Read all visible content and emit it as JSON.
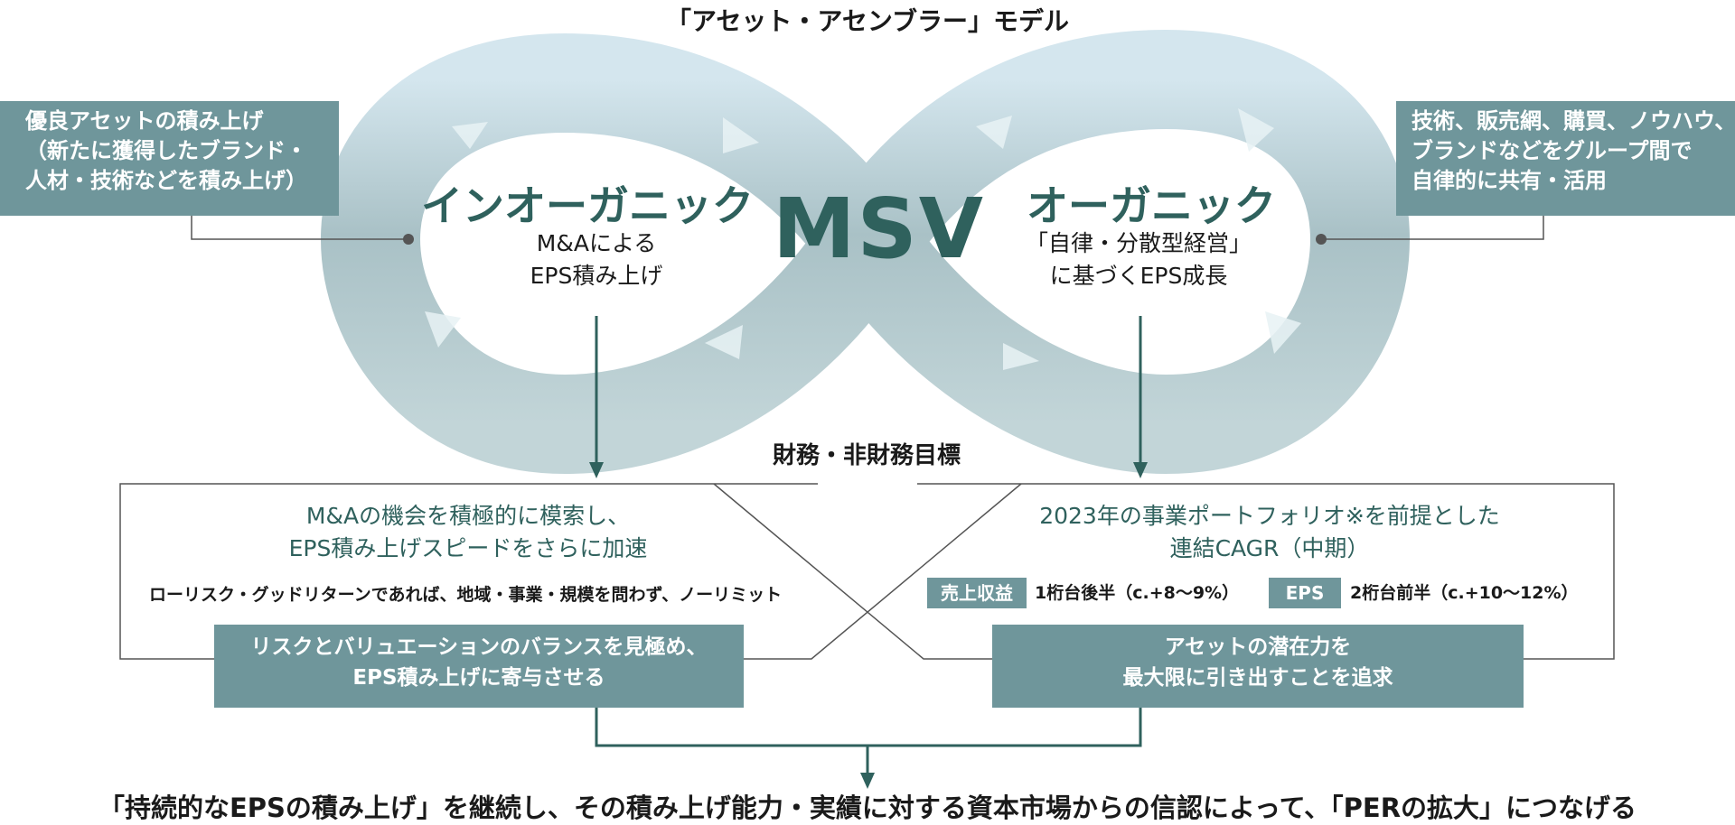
{
  "title": "「アセット・アセンブラー」モデル",
  "callout_left": [
    "優良アセットの積み上げ",
    "（新たに獲得したブランド・",
    "人材・技術などを積み上げ）"
  ],
  "callout_right": [
    "技術、販売網、購買、ノウハウ、",
    "ブランドなどをグループ間で",
    "自律的に共有・活用"
  ],
  "inorganic": {
    "label": "インオーガニック",
    "sub": [
      "M&Aによる",
      "EPS積み上げ"
    ]
  },
  "center": "MSV",
  "organic": {
    "label": "オーガニック",
    "sub": [
      "「自律・分散型経営」",
      "に基づくEPS成長"
    ]
  },
  "targets_title": "財務・非財務目標",
  "left_box": {
    "title": [
      "M&Aの機会を積極的に模索し、",
      "EPS積み上げスピードをさらに加速"
    ],
    "note": "ローリスク・グッドリターンであれば、地域・事業・規模を問わず、ノーリミット",
    "bar": [
      "リスクとバリュエーションのバランスを見極め、",
      "EPS積み上げに寄与させる"
    ]
  },
  "right_box": {
    "title": [
      "2023年の事業ポートフォリオ※を前提とした",
      "連結CAGR（中期）"
    ],
    "metrics": [
      {
        "tag": "売上収益",
        "value": "1桁台後半（c.+8〜9%）"
      },
      {
        "tag": "EPS",
        "value": "2桁台前半（c.+10〜12%）"
      }
    ],
    "bar": [
      "アセットの潜在力を",
      "最大限に引き出すことを追求"
    ]
  },
  "conclusion": "「持続的なEPSの積み上げ」を継続し、その積み上げ能力・実績に対する資本市場からの信認によって、「PERの拡大」につなげる",
  "colors": {
    "accent": "#2f615d",
    "panel": "#6f969b",
    "ribbon": "#a9c1c6"
  }
}
